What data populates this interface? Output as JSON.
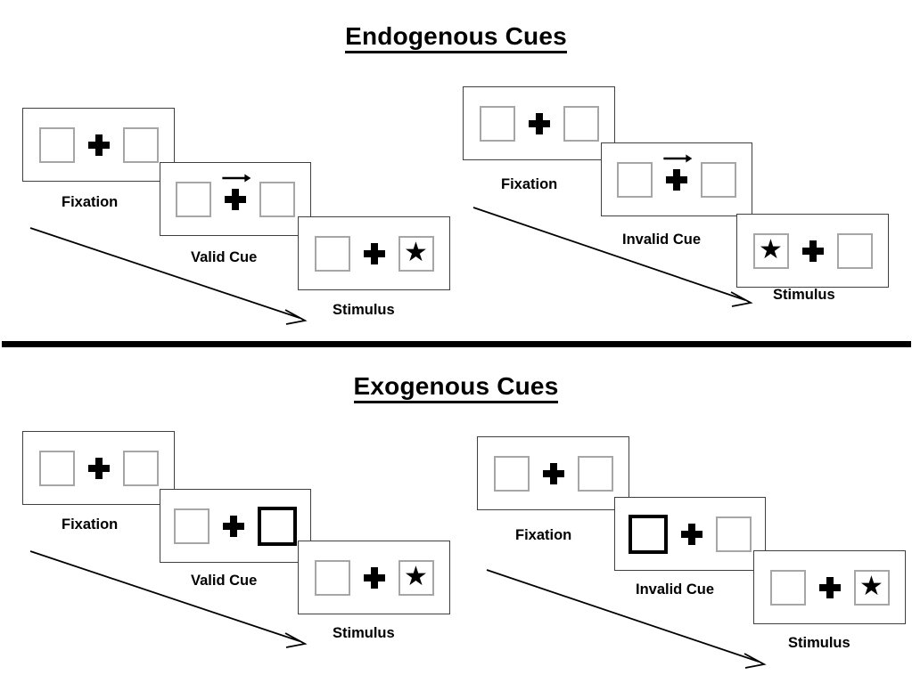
{
  "figure": {
    "title_endogenous": "Endogenous Cues",
    "title_exogenous": "Exogenous Cues",
    "divider": "section-divider",
    "colors": {
      "panel_border": "#3f3f3f",
      "box_border": "#a6a6a6",
      "cued_box_border": "#000000",
      "ink": "#000000",
      "background": "#ffffff"
    }
  },
  "sections": [
    {
      "id": "endogenous",
      "title": "Endogenous Cues",
      "cue_type": "central-arrow",
      "sequences": [
        {
          "id": "endogenous-valid",
          "condition": "Valid Cue",
          "frames": [
            {
              "caption": "Fixation",
              "left_box": "empty",
              "right_box": "empty",
              "arrow_cue": "none",
              "target_side": "none"
            },
            {
              "caption": "Valid Cue",
              "left_box": "empty",
              "right_box": "empty",
              "arrow_cue": "right",
              "target_side": "none"
            },
            {
              "caption": "Stimulus",
              "left_box": "empty",
              "right_box": "star",
              "arrow_cue": "none",
              "target_side": "right"
            }
          ]
        },
        {
          "id": "endogenous-invalid",
          "condition": "Invalid Cue",
          "frames": [
            {
              "caption": "Fixation",
              "left_box": "empty",
              "right_box": "empty",
              "arrow_cue": "none",
              "target_side": "none"
            },
            {
              "caption": "Invalid Cue",
              "left_box": "empty",
              "right_box": "empty",
              "arrow_cue": "right",
              "target_side": "none"
            },
            {
              "caption": "Stimulus",
              "left_box": "star",
              "right_box": "empty",
              "arrow_cue": "none",
              "target_side": "left"
            }
          ]
        }
      ]
    },
    {
      "id": "exogenous",
      "title": "Exogenous Cues",
      "cue_type": "peripheral-box-flash",
      "sequences": [
        {
          "id": "exogenous-valid",
          "condition": "Valid Cue",
          "frames": [
            {
              "caption": "Fixation",
              "left_box": "empty",
              "right_box": "empty",
              "arrow_cue": "none",
              "target_side": "none"
            },
            {
              "caption": "Valid Cue",
              "left_box": "empty",
              "right_box": "cued",
              "arrow_cue": "none",
              "target_side": "none"
            },
            {
              "caption": "Stimulus",
              "left_box": "empty",
              "right_box": "star",
              "arrow_cue": "none",
              "target_side": "right"
            }
          ]
        },
        {
          "id": "exogenous-invalid",
          "condition": "Invalid Cue",
          "frames": [
            {
              "caption": "Fixation",
              "left_box": "empty",
              "right_box": "empty",
              "arrow_cue": "none",
              "target_side": "none"
            },
            {
              "caption": "Invalid Cue",
              "left_box": "cued",
              "right_box": "empty",
              "arrow_cue": "none",
              "target_side": "none"
            },
            {
              "caption": "Stimulus",
              "left_box": "empty",
              "right_box": "star",
              "arrow_cue": "none",
              "target_side": "right"
            }
          ]
        }
      ]
    }
  ],
  "labels": {
    "fixation": "Fixation",
    "valid_cue": "Valid Cue",
    "invalid_cue": "Invalid Cue",
    "stimulus": "Stimulus"
  },
  "glyphs": {
    "star": "★"
  }
}
